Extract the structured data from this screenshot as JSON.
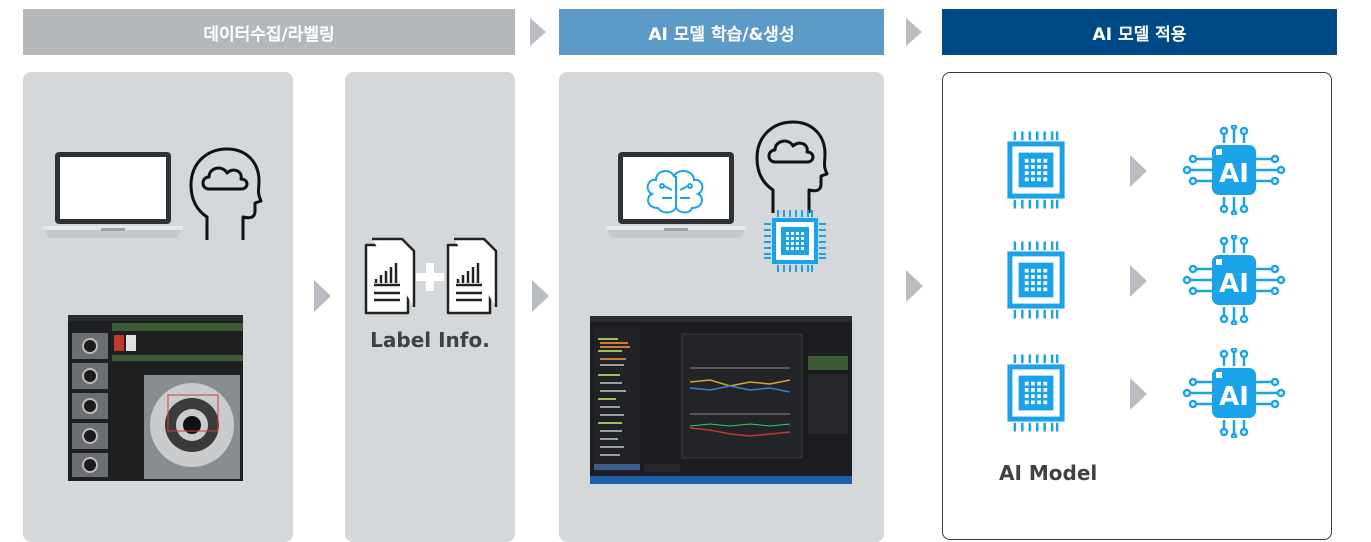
{
  "headers": {
    "collect": "데이터수집/라벨링",
    "train": "AI 모델 학습/&생성",
    "apply": "AI 모델 적용"
  },
  "label_info": "Label Info.",
  "ai_model_label": "AI Model",
  "ai_badge": "AI",
  "icons": [
    "laptop-icon",
    "head-cloud-icon",
    "document-chart-icon",
    "plus-icon",
    "brain-circuit-icon",
    "chip-icon",
    "ai-chip-icon",
    "arrow-right-icon"
  ],
  "colors": {
    "header_gray": "#b4b8bb",
    "header_blue": "#5c9bc8",
    "header_navy": "#004987",
    "panel": "#d5d8db",
    "icon_blue": "#1aa3e8",
    "arrow": "#b9bdc1"
  }
}
